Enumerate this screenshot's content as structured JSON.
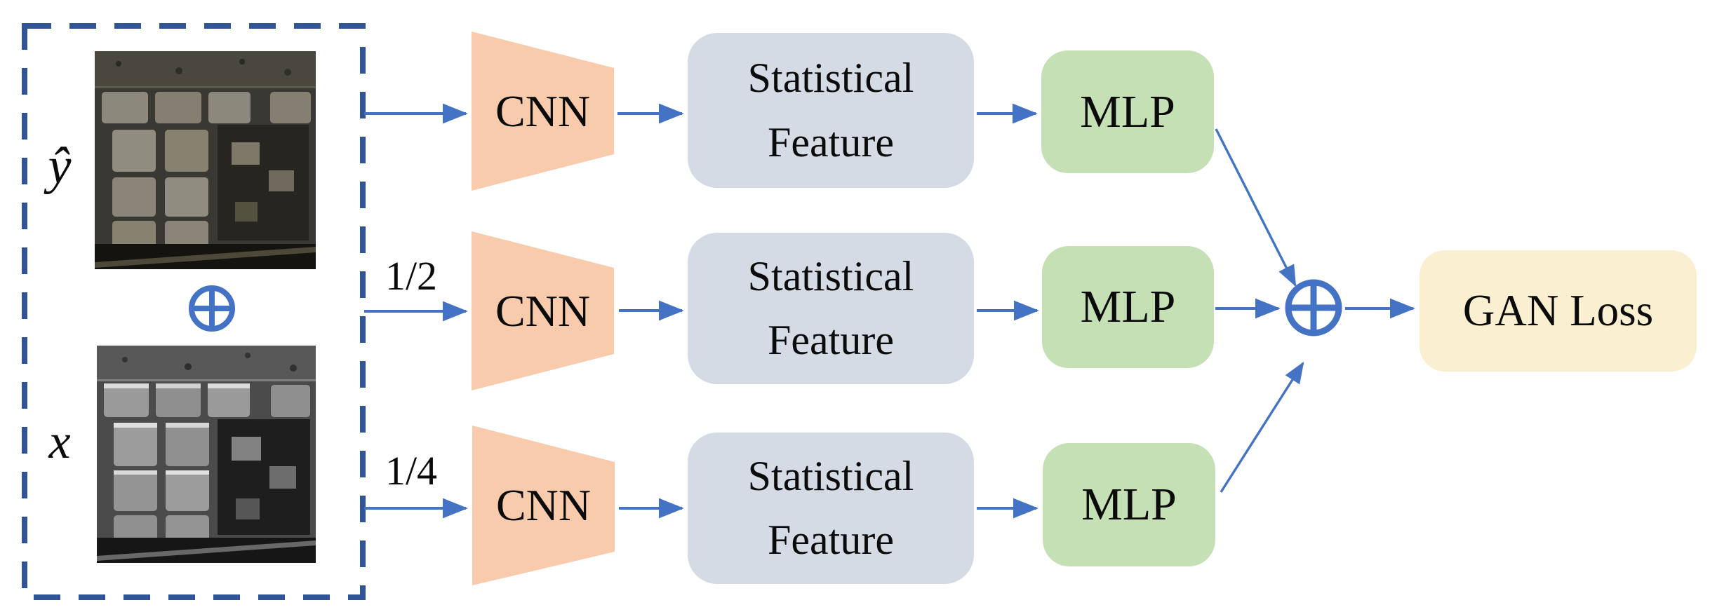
{
  "diagram": {
    "title_semantic": "multi-scale discriminator with statistical features",
    "input_group": {
      "label_top": "ŷ",
      "label_bottom": "x",
      "combine_symbol": "⊕",
      "image_top_icon": "aerial-photo",
      "image_bottom_icon": "aerial-photo"
    },
    "rows": [
      {
        "scale_label": "",
        "cnn": "CNN",
        "stat_line1": "Statistical",
        "stat_line2": "Feature",
        "mlp": "MLP"
      },
      {
        "scale_label": "1/2",
        "cnn": "CNN",
        "stat_line1": "Statistical",
        "stat_line2": "Feature",
        "mlp": "MLP"
      },
      {
        "scale_label": "1/4",
        "cnn": "CNN",
        "stat_line1": "Statistical",
        "stat_line2": "Feature",
        "mlp": "MLP"
      }
    ],
    "merge": {
      "symbol": "⊕",
      "icon": "circled-plus-icon"
    },
    "output": {
      "label": "GAN Loss"
    },
    "colors": {
      "arrow": "#4472C4",
      "dashed_border": "#2F5597",
      "cnn_fill": "#F8CBAD",
      "stat_fill": "#D5DBE5",
      "mlp_fill": "#C5E0B4",
      "gan_fill": "#FAF0D1"
    }
  }
}
